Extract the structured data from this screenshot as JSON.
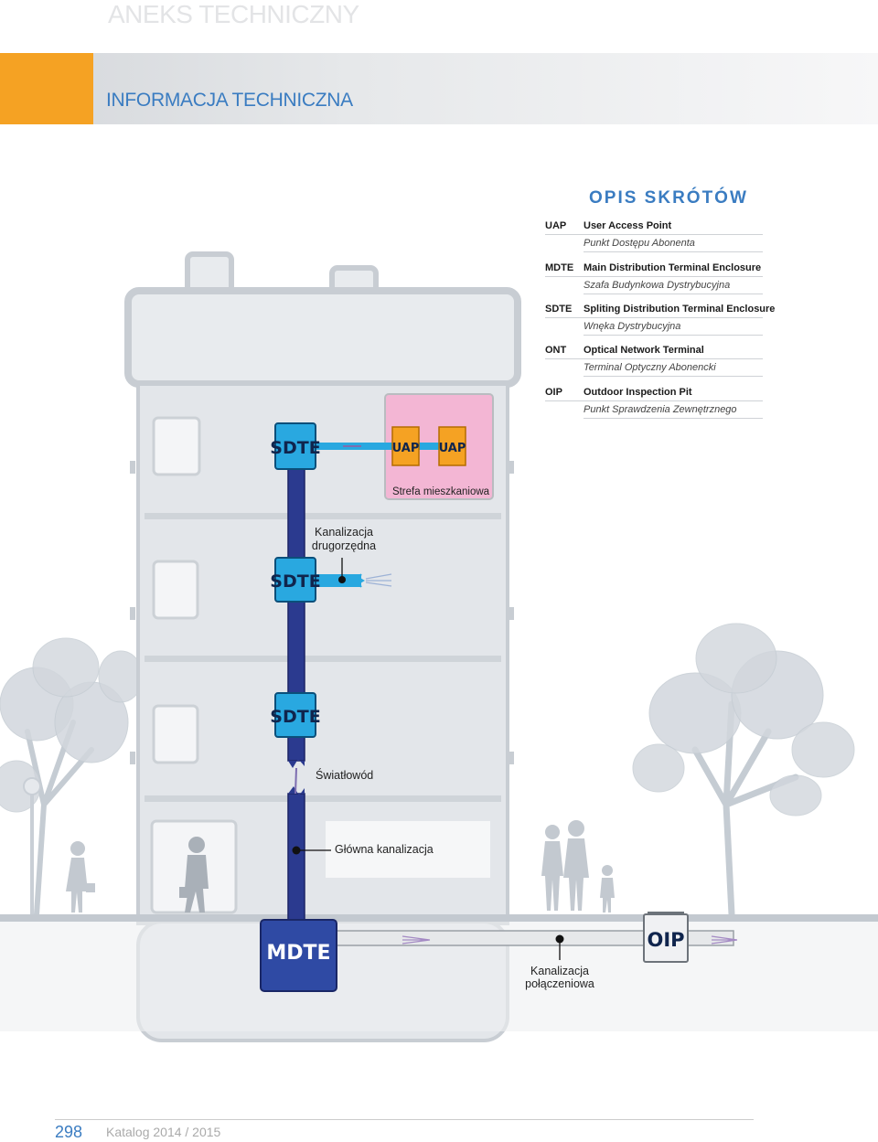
{
  "section_label": "ANEKS TECHNICZNY",
  "header_title": "INFORMACJA TECHNICZNA",
  "abbreviations": {
    "heading": "OPIS SKRÓTÓW",
    "items": [
      {
        "code": "UAP",
        "english": "User Access Point",
        "polish": "Punkt Dostępu Abonenta"
      },
      {
        "code": "MDTE",
        "english": "Main Distribution Terminal Enclosure",
        "polish": "Szafa Budynkowa Dystrybucyjna"
      },
      {
        "code": "SDTE",
        "english": "Spliting Distribution Terminal Enclosure",
        "polish": "Wnęka Dystrybucyjna"
      },
      {
        "code": "ONT",
        "english": "Optical Network Terminal",
        "polish": "Terminal Optyczny Abonencki"
      },
      {
        "code": "OIP",
        "english": "Outdoor Inspection Pit",
        "polish": "Punkt Sprawdzenia Zewnętrznego"
      }
    ]
  },
  "diagram": {
    "sdte_label": "SDTE",
    "uap_label": "UAP",
    "mdte_label": "MDTE",
    "oip_label": "OIP",
    "residential_zone": "Strefa mieszkaniowa",
    "secondary_ducting_line1": "Kanalizacja",
    "secondary_ducting_line2": "drugorzędna",
    "fiber": "Światłowód",
    "main_ducting": "Główna kanalizacja",
    "connection_ducting_line1": "Kanalizacja",
    "connection_ducting_line2": "połączeniowa"
  },
  "colors": {
    "accent_orange": "#f5a223",
    "title_blue": "#3a7cc1",
    "sdte_cyan": "#29a8e0",
    "riser_navy": "#2b3a8f",
    "mdte_navy": "#2f4aa4",
    "residential_pink": "#f3b6d4",
    "building_grey": "#e3e6ea"
  },
  "footer": {
    "page_number": "298",
    "catalog": "Katalog 2014 / 2015"
  }
}
